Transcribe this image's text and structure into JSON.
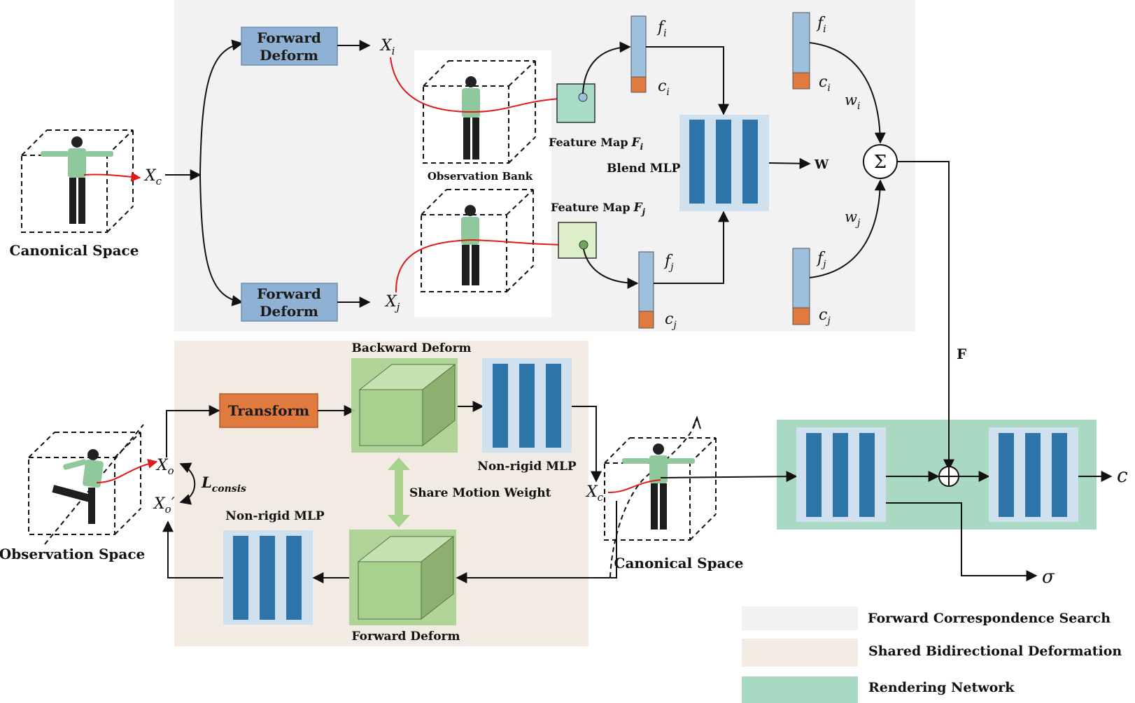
{
  "labels": {
    "canonical_space_top": "Canonical Space",
    "canonical_space_bottom": "Canonical Space",
    "observation_space": "Observation Space",
    "observation_bank": "Observation Bank",
    "forward_deform_1": [
      "Forward",
      "Deform"
    ],
    "forward_deform_2": [
      "Forward",
      "Deform"
    ],
    "feature_map_i": "Feature Map",
    "feature_map_j": "Feature Map",
    "blend_mlp": "Blend MLP",
    "w": "W",
    "F": "F",
    "transform": "Transform",
    "backward_deform": "Backward Deform",
    "forward_deform_bottom": "Forward Deform",
    "non_rigid_mlp_top": "Non-rigid MLP",
    "non_rigid_mlp_bottom": "Non-rigid MLP",
    "share_motion_weight": "Share Motion Weight",
    "l_consis": "L",
    "l_consis_sub": "consis",
    "sigma_sum": "Σ",
    "out_c": "c",
    "out_sigma": "σ"
  },
  "symbols": {
    "X": "X",
    "f": "f",
    "c": "c",
    "w": "w",
    "F": "F",
    "sub_i": "i",
    "sub_j": "j",
    "sub_c": "c",
    "sub_o": "o",
    "prime": "′"
  },
  "legend": [
    {
      "label": "Forward Correspondence Search",
      "color": "#f2f2f2"
    },
    {
      "label": "Shared Bidirectional Deformation",
      "color": "#f2ebe3"
    },
    {
      "label": "Rendering Network",
      "color": "#a9d9c3"
    }
  ],
  "colors": {
    "top_panel": "#f2f2f2",
    "bottom_panel": "#f2ebe3",
    "render_panel": "#a9d9c3",
    "deform_box": "#8fb1d3",
    "transform_box": "#e07a3e",
    "mlp_bg": "#cfe0ef",
    "mlp_bar": "#2e74a8",
    "feature_top": "#9ebfdd",
    "feature_bottom": "#e07a3e",
    "cube_face": "#a9d18e",
    "cube_side": "#8db070",
    "map_i": "#a8dcc7",
    "map_j": "#dcefc8"
  }
}
